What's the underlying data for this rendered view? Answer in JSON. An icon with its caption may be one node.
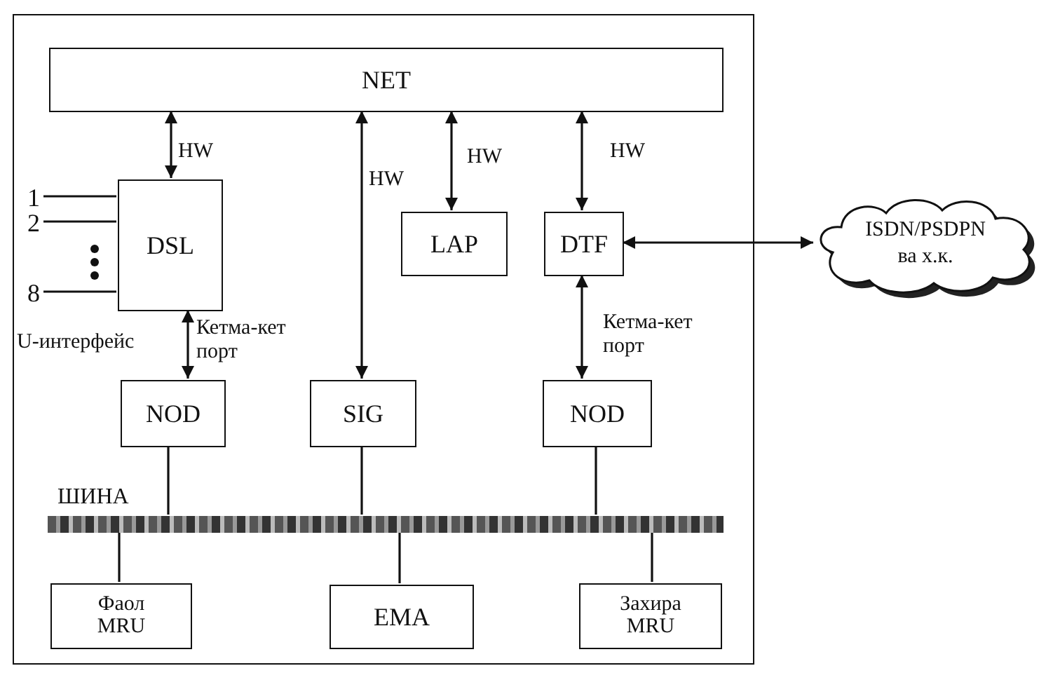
{
  "diagram": {
    "nodes": [
      {
        "text": [],
        "shape": "box"
      },
      {
        "text": [
          "NET"
        ],
        "in": 0
      },
      {
        "text": [
          "DSL"
        ],
        "in": 0
      },
      {
        "text": [
          "LAP"
        ],
        "in": 0
      },
      {
        "text": [
          "DTF"
        ],
        "in": 0
      },
      {
        "text": [
          "NOD"
        ],
        "in": 0
      },
      {
        "text": [
          "SIG"
        ],
        "in": 0
      },
      {
        "text": [
          "NOD"
        ],
        "in": 0
      },
      {
        "text": [],
        "shape": "bar",
        "beside": [
          "ШИНА"
        ],
        "in": 0
      },
      {
        "text": [
          "Фаол MRU"
        ],
        "in": 0
      },
      {
        "text": [
          "EMA"
        ],
        "in": 0
      },
      {
        "text": [
          "Захира MRU"
        ],
        "in": 0
      },
      {
        "text": [
          "ISDN/PSDPN ва х.к."
        ]
      },
      {
        "text": [
          "1"
        ],
        "in": 0
      },
      {
        "text": [
          "2"
        ],
        "in": 0
      },
      {
        "text": [
          "8"
        ],
        "in": 0
      }
    ],
    "edges": [
      {
        "from": 1,
        "to": 2,
        "arrow": "both",
        "label": "HW"
      },
      {
        "from": 1,
        "to": 6,
        "arrow": "both",
        "label": "HW"
      },
      {
        "from": 1,
        "to": 3,
        "arrow": "both",
        "label": "HW"
      },
      {
        "from": 1,
        "to": 4,
        "arrow": "both",
        "label": "HW"
      },
      {
        "from": 2,
        "to": 5,
        "arrow": "both",
        "label": "Кетма-кет порт"
      },
      {
        "from": 4,
        "to": 7,
        "arrow": "both",
        "label": "Кетма-кет порт"
      },
      {
        "from": 4,
        "to": 12,
        "arrow": "both"
      },
      {
        "from": 5,
        "to": 8,
        "arrow": "none"
      },
      {
        "from": 6,
        "to": 8,
        "arrow": "none"
      },
      {
        "from": 7,
        "to": 8,
        "arrow": "none"
      },
      {
        "from": 8,
        "to": 9,
        "arrow": "none"
      },
      {
        "from": 8,
        "to": 10,
        "arrow": "none"
      },
      {
        "from": 8,
        "to": 11,
        "arrow": "none"
      },
      {
        "from": 13,
        "to": 2,
        "arrow": "none"
      },
      {
        "from": 14,
        "to": 2,
        "arrow": "none"
      },
      {
        "from": 15,
        "to": 2,
        "arrow": "none"
      }
    ],
    "labels": [
      "U-интерфейс"
    ]
  }
}
